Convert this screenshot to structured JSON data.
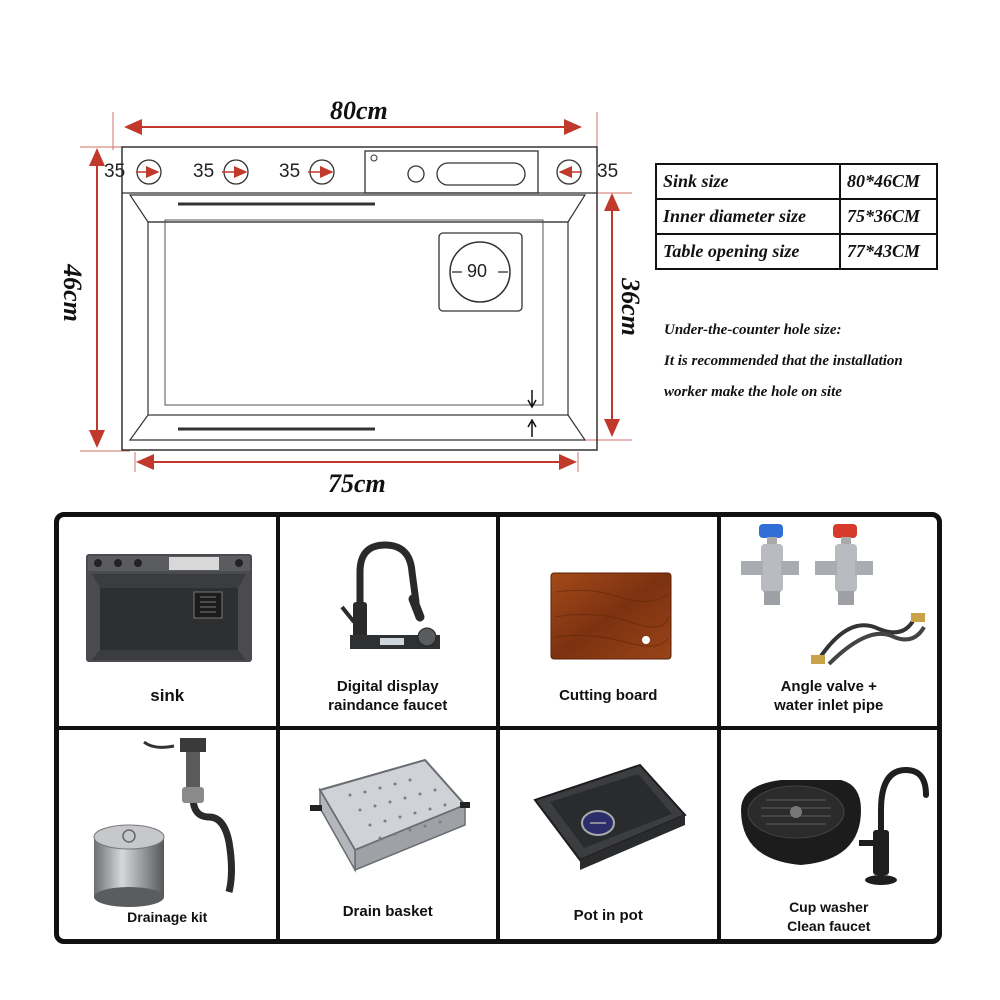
{
  "diagram": {
    "width_label": "80cm",
    "height_label": "46cm",
    "inner_height_label": "36cm",
    "inner_width_label": "75cm",
    "hole_labels": [
      "35",
      "35",
      "35",
      "35"
    ],
    "drain_label": "90"
  },
  "spec_table": {
    "rows": [
      {
        "label": "Sink size",
        "value": "80*46CM"
      },
      {
        "label": "Inner diameter size",
        "value": "75*36CM"
      },
      {
        "label": "Table opening size",
        "value": "77*43CM"
      }
    ]
  },
  "note": {
    "line1": "Under-the-counter hole size:",
    "line2": "It is recommended that the installation",
    "line3": "worker make the hole on site"
  },
  "items": [
    {
      "label": "sink",
      "icon": "sink-icon"
    },
    {
      "label": "Digital display\nraindance faucet",
      "icon": "faucet-icon"
    },
    {
      "label": "Cutting board",
      "icon": "cutting-board-icon"
    },
    {
      "label": "Angle valve +\nwater inlet pipe",
      "icon": "angle-valve-icon"
    },
    {
      "label": "Drainage kit",
      "icon": "drainage-kit-icon"
    },
    {
      "label": "Drain basket",
      "icon": "drain-basket-icon"
    },
    {
      "label": "Pot in pot",
      "icon": "pot-in-pot-icon"
    },
    {
      "label": "Cup washer\nClean faucet",
      "icon": "cup-washer-icon"
    }
  ],
  "colors": {
    "dimension_line": "#c0392b",
    "sink_dark": "#3a3b3d",
    "board_wood": "#8a3a12"
  }
}
